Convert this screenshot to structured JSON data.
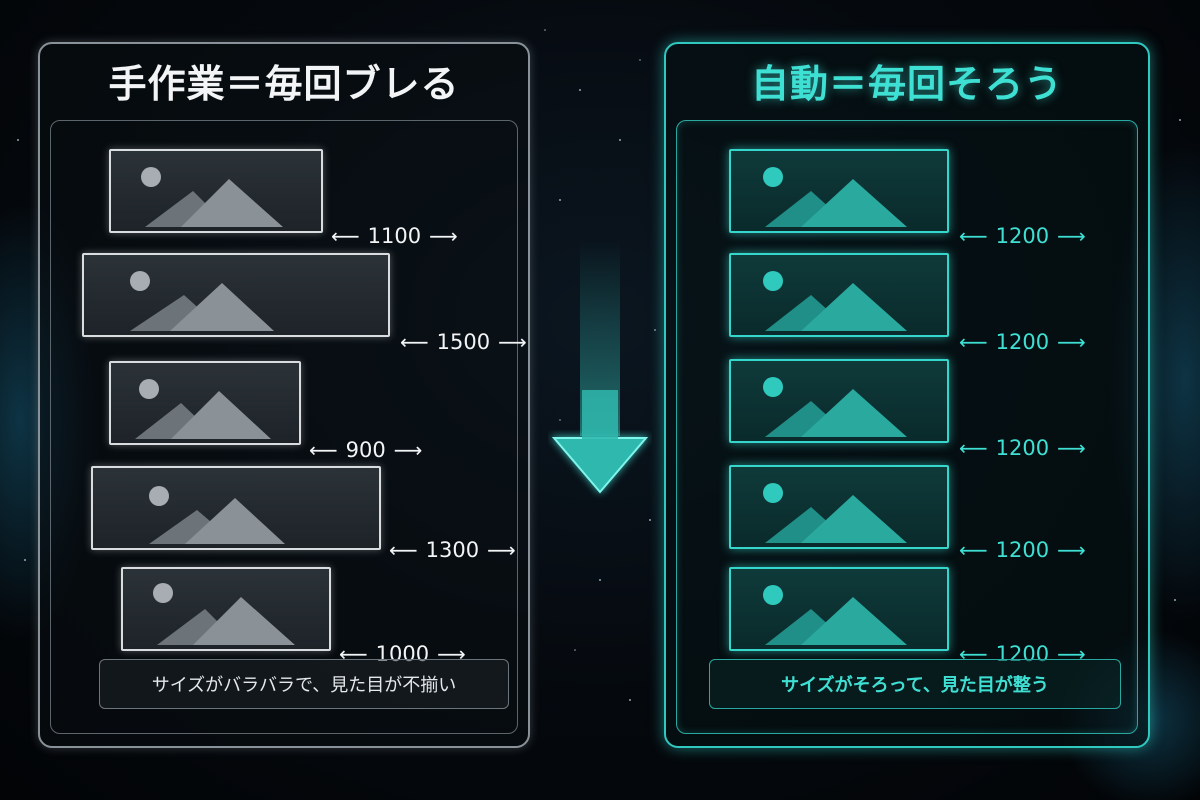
{
  "left_panel": {
    "title": "手作業＝毎回ブレる",
    "items": [
      {
        "width_value": "1100"
      },
      {
        "width_value": "1500"
      },
      {
        "width_value": "900"
      },
      {
        "width_value": "1300"
      },
      {
        "width_value": "1000"
      }
    ],
    "caption": "サイズがバラバラで、見た目が不揃い",
    "accent_color": "#d9dde0"
  },
  "right_panel": {
    "title": "自動＝毎回そろう",
    "items": [
      {
        "width_value": "1200"
      },
      {
        "width_value": "1200"
      },
      {
        "width_value": "1200"
      },
      {
        "width_value": "1200"
      },
      {
        "width_value": "1200"
      }
    ],
    "caption": "サイズがそろって、見た目が整う",
    "accent_color": "#35d6cb"
  },
  "arrow": {
    "icon": "down-arrow-icon",
    "color": "#3fe0d4"
  },
  "dimension_icons": {
    "left": "left-arrow-icon",
    "right": "right-arrow-icon"
  }
}
